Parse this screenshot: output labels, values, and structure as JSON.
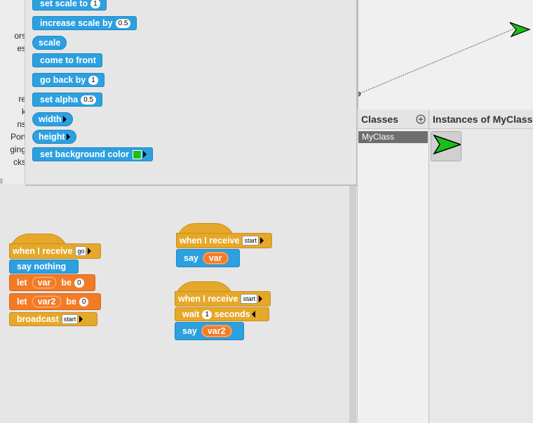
{
  "categories": [
    "ors",
    "es",
    "re",
    "k",
    "ns",
    "Port",
    "ging",
    "cks"
  ],
  "palette": {
    "set_scale": {
      "label": "set scale to",
      "value": "1"
    },
    "increase_scale": {
      "label": "increase scale by",
      "value": "0.5"
    },
    "scale": {
      "label": "scale"
    },
    "come_to_front": {
      "label": "come to front"
    },
    "go_back": {
      "label": "go back by",
      "value": "1"
    },
    "set_alpha": {
      "label": "set alpha",
      "value": "0.5"
    },
    "width": {
      "label": "width"
    },
    "height": {
      "label": "height"
    },
    "set_bg_color": {
      "label": "set background color"
    }
  },
  "colors": {
    "block_blue": "#2da0e0",
    "block_orange": "#f27b26",
    "block_gold": "#e6a82a",
    "sprite_green": "#18c018"
  },
  "scripts": {
    "script1": {
      "hat_label": "when I receive",
      "hat_value": "go",
      "say_nothing": "say nothing",
      "let1": {
        "label": "let",
        "var": "var",
        "be": "be",
        "value": "0"
      },
      "let2": {
        "label": "let",
        "var": "var2",
        "be": "be",
        "value": "0"
      },
      "broadcast": {
        "label": "broadcast",
        "value": "start"
      }
    },
    "script2": {
      "hat_label": "when I receive",
      "hat_value": "start",
      "say": {
        "label": "say",
        "var": "var"
      }
    },
    "script3": {
      "hat_label": "when I receive",
      "hat_value": "start",
      "wait": {
        "label": "wait",
        "value": "1",
        "unit": "seconds"
      },
      "say": {
        "label": "say",
        "var": "var2"
      }
    }
  },
  "classes": {
    "header": "Classes",
    "items": [
      "MyClass"
    ]
  },
  "instances": {
    "header": "Instances of MyClass"
  }
}
